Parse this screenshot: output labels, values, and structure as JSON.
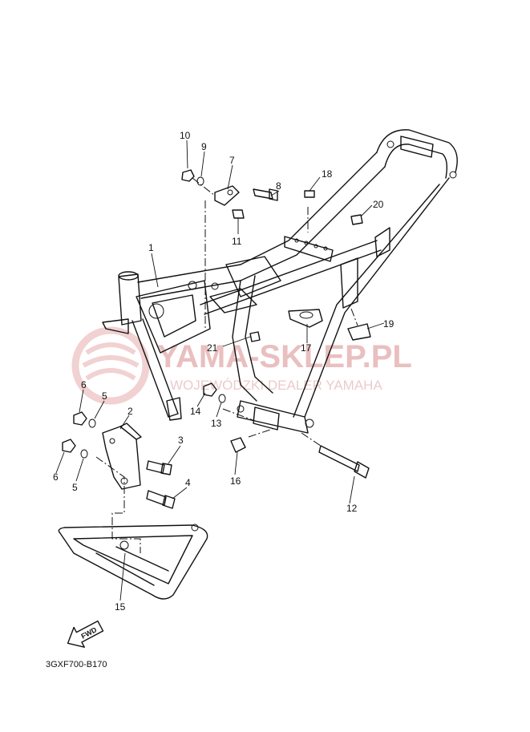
{
  "diagram": {
    "part_code": "3GXF700-B170",
    "fwd_label": "FWD",
    "callouts": [
      "1",
      "2",
      "3",
      "4",
      "5",
      "5",
      "6",
      "6",
      "7",
      "8",
      "9",
      "10",
      "11",
      "12",
      "13",
      "14",
      "15",
      "16",
      "17",
      "18",
      "19",
      "20",
      "21"
    ]
  },
  "watermark": {
    "brand": "YAMA-SKLEP.PL",
    "tagline": "WOJEWÓDZKI DEALER YAMAHA",
    "color": "#e6b5b5"
  }
}
